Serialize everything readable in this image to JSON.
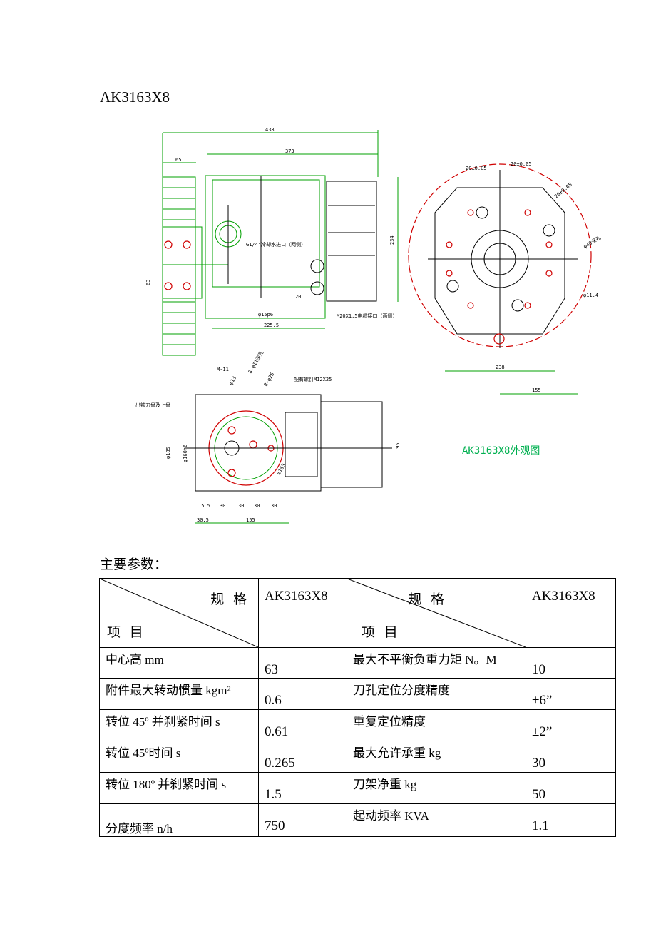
{
  "title": "AK3163X8",
  "drawing": {
    "caption": "AK3163X8外观图",
    "dims": {
      "d438": "438",
      "d373": "373",
      "d65": "65",
      "d234": "234",
      "d63": "63",
      "d20": "20",
      "d225": "225.5",
      "d15p6": "φ15p6",
      "note_coolant": "G1/4\"冷却水进口（两侧）",
      "note_screw": "M20X1.5电缆接口（两侧）",
      "d20a": "20±0.05",
      "d20b": "20±0.05",
      "d20c": "20±0.05",
      "d40": "φ40深孔",
      "d11": "φ11.4",
      "d238": "238",
      "d155r": "155",
      "dM11": "M-11",
      "d13": "φ13",
      "d_deep": "8-φ11深孔",
      "d25": "8-φ25",
      "note_bolt": "配有螺钉M12X25",
      "note_side": "出铁刀盘及上盘",
      "d185": "φ185",
      "d160": "φ160h6",
      "d195": "195",
      "d153": "φ153",
      "b1": "15.5",
      "b2": "30",
      "b3": "30",
      "b4": "30",
      "b5": "30",
      "d30": "30.5",
      "d155b": "155"
    }
  },
  "section_title": "主要参数：",
  "table": {
    "header": {
      "spec_top": "规 格",
      "spec_bottom": "项 目",
      "model": "AK3163X8"
    },
    "rows": [
      {
        "l_label": "中心高 mm",
        "l_value": "63",
        "r_label": "最大不平衡负重力矩 N。M",
        "r_value": "10"
      },
      {
        "l_label": "附件最大转动惯量 kgm²",
        "l_value": "0.6",
        "r_label": "刀孔定位分度精度",
        "r_value": "±6”"
      },
      {
        "l_label": "转位 45º 并刹紧时间 s",
        "l_value": "0.61",
        "r_label": "重复定位精度",
        "r_value": "±2”"
      },
      {
        "l_label": "转位 45º时间 s",
        "l_value": "0.265",
        "r_label": "最大允许承重 kg",
        "r_value": "30"
      },
      {
        "l_label": "转位 180º 并刹紧时间 s",
        "l_value": "1.5",
        "r_label": "刀架净重 kg",
        "r_value": "50"
      },
      {
        "l_label": "分度频率 n/h",
        "l_value": "750",
        "r_label": "起动频率 KVA",
        "r_value": "1.1"
      }
    ]
  }
}
